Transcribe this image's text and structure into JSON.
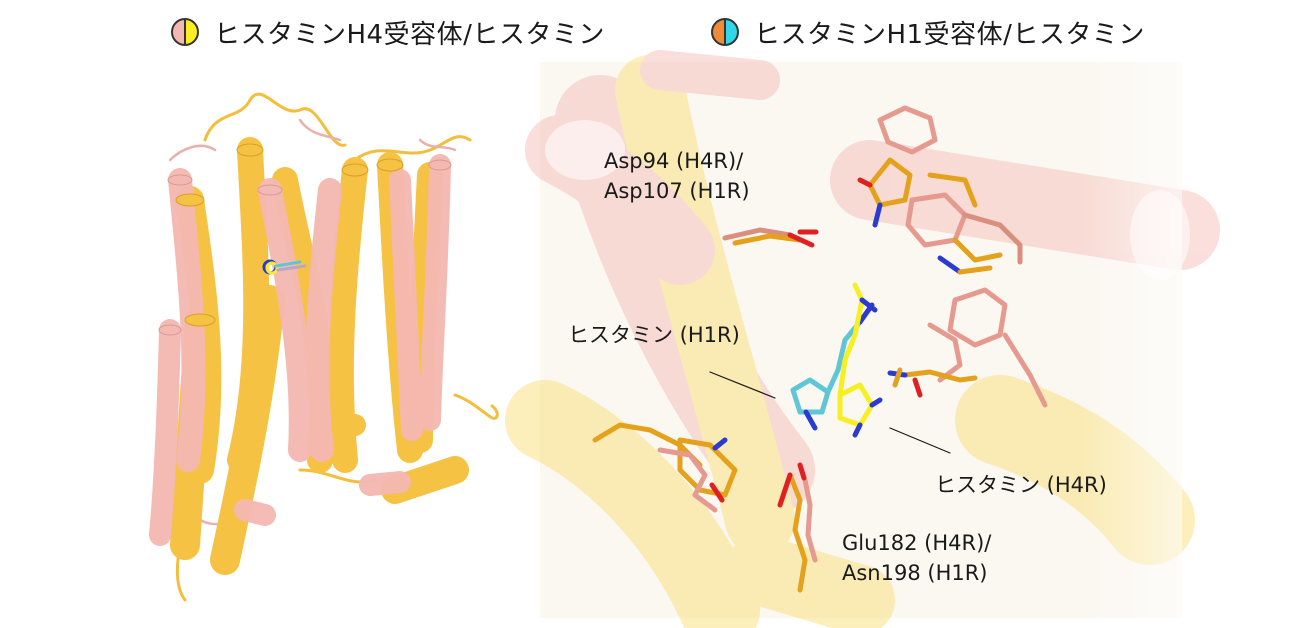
{
  "legend": {
    "items": [
      {
        "label": "ヒスタミンH4受容体/ヒスタミン",
        "colors": [
          "#f4b8b2",
          "#f7ef24"
        ]
      },
      {
        "label": "ヒスタミンH1受容体/ヒスタミン",
        "colors": [
          "#ef8a3b",
          "#33d6e6"
        ]
      }
    ]
  },
  "labels": {
    "asp_line1": "Asp94 (H4R)/",
    "asp_line2": "Asp107 (H1R)",
    "histamine_h1r": "ヒスタミン (H1R)",
    "histamine_h4r": "ヒスタミン (H4R)",
    "glu_line1": "Glu182 (H4R)/",
    "glu_line2": "Asn198 (H1R)"
  },
  "colors": {
    "h4r_receptor": "#f4b8b2",
    "h1r_receptor": "#f6c243",
    "h4r_ligand": "#f7ef24",
    "h1r_ligand": "#5fc6d6",
    "nitrogen": "#2b3bd0",
    "oxygen": "#e02020"
  }
}
